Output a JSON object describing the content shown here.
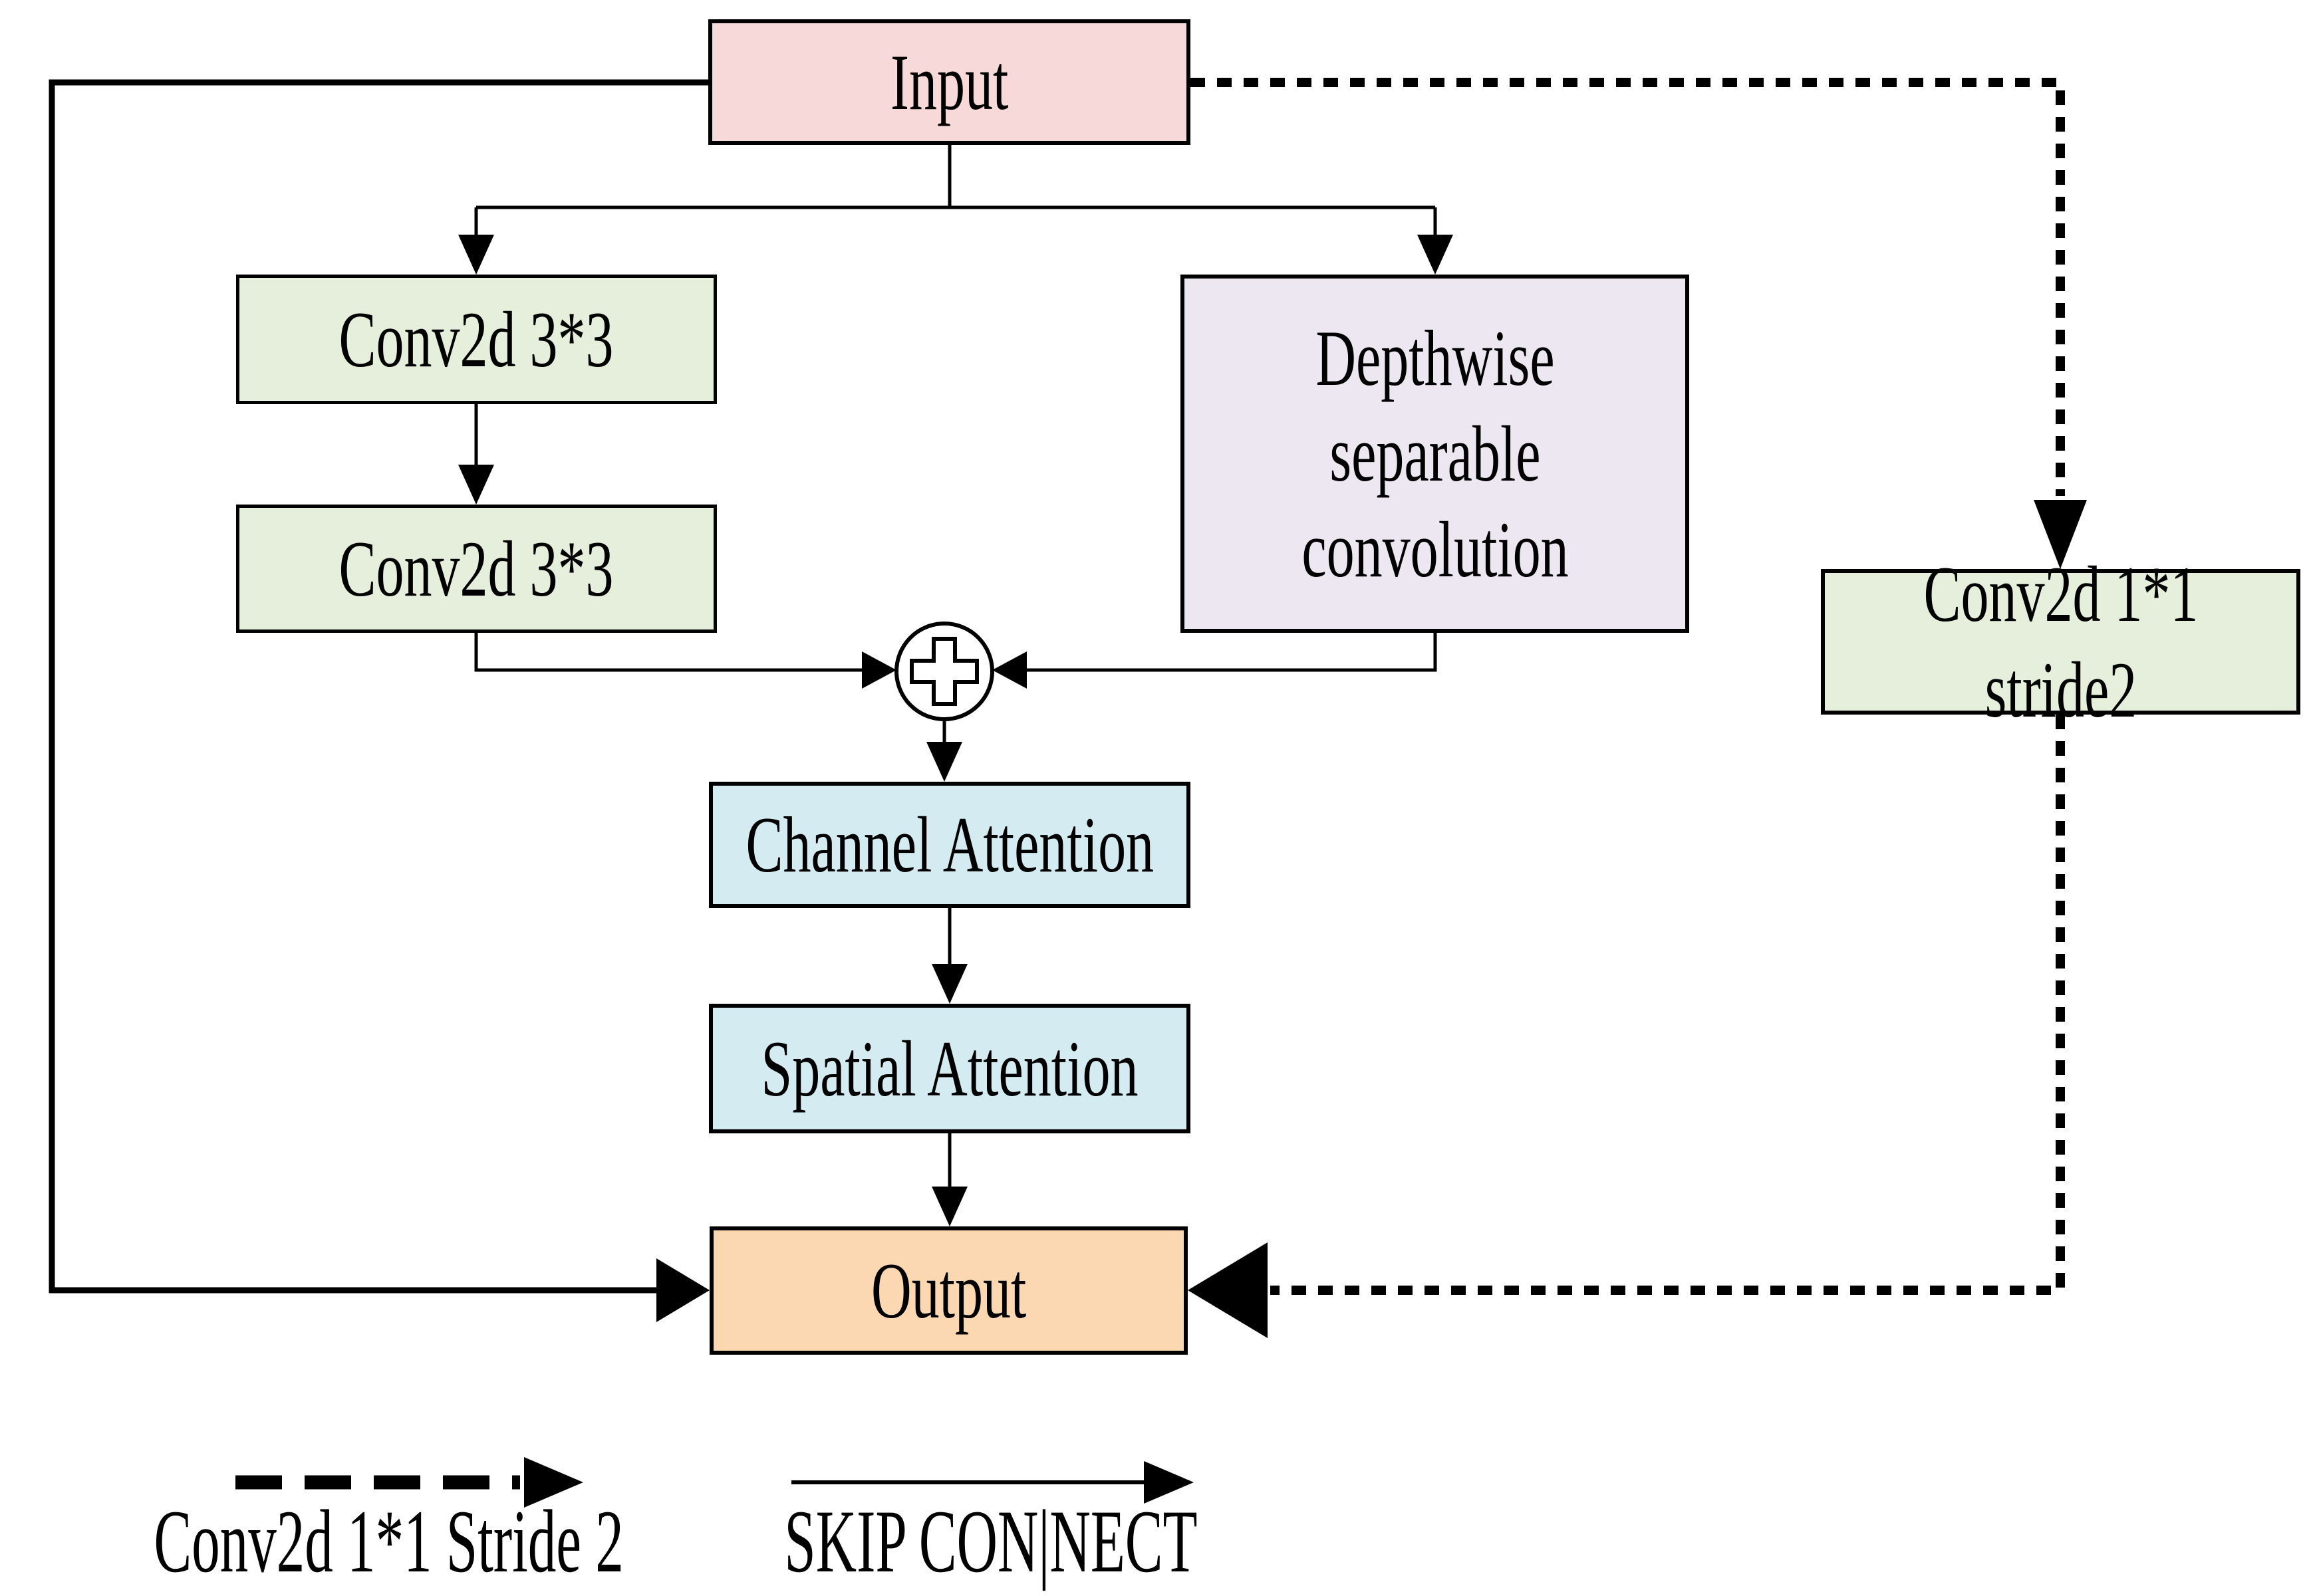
{
  "diagram": {
    "title": "Residual attention block with depthwise separable convolution",
    "nodes": {
      "input": {
        "label": "Input",
        "fill": "#f8d9d9"
      },
      "conv1": {
        "label": "Conv2d 3*3",
        "fill": "#e6efdb"
      },
      "conv2": {
        "label": "Conv2d 3*3",
        "fill": "#e6efdb"
      },
      "depthwise": {
        "label": "Depthwise separable convolution",
        "fill": "#ece7f1"
      },
      "conv11": {
        "label": "Conv2d 1*1 stride2",
        "fill": "#e6efdb"
      },
      "channel": {
        "label": "Channel Attention",
        "fill": "#d5ebf2"
      },
      "spatial": {
        "label": "Spatial Attention",
        "fill": "#d5ebf2"
      },
      "output": {
        "label": "Output",
        "fill": "#fcd8b2"
      }
    },
    "operator": {
      "name": "elementwise-add",
      "symbol": "plus-in-circle"
    },
    "edges": [
      {
        "from": "input",
        "to": "conv1",
        "style": "solid"
      },
      {
        "from": "input",
        "to": "depthwise",
        "style": "solid"
      },
      {
        "from": "conv1",
        "to": "conv2",
        "style": "solid"
      },
      {
        "from": "conv2",
        "to": "add",
        "style": "solid"
      },
      {
        "from": "depthwise",
        "to": "add",
        "style": "solid"
      },
      {
        "from": "add",
        "to": "channel",
        "style": "solid"
      },
      {
        "from": "channel",
        "to": "spatial",
        "style": "solid"
      },
      {
        "from": "spatial",
        "to": "output",
        "style": "solid"
      },
      {
        "from": "input",
        "to": "output",
        "style": "solid-skip"
      },
      {
        "from": "input",
        "to": "conv11",
        "style": "dotted"
      },
      {
        "from": "conv11",
        "to": "output",
        "style": "dotted"
      }
    ],
    "legend": {
      "items": [
        {
          "arrow": "dashed",
          "label": "Conv2d 1*1 Stride 2"
        },
        {
          "arrow": "solid",
          "label": "SKIP CON|NECT"
        }
      ]
    },
    "colors": {
      "line": "#000000",
      "border": "#000000",
      "background": "#ffffff",
      "node_pink": "#f8d9d9",
      "node_green": "#e6efdb",
      "node_lavender": "#ece7f1",
      "node_blue": "#d5ebf2",
      "node_orange": "#fcd8b2"
    }
  }
}
